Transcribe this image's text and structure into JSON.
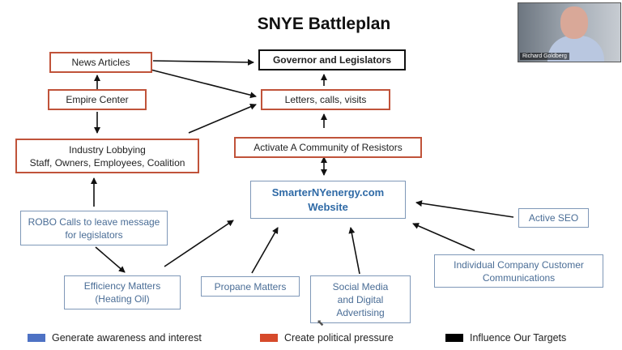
{
  "slide": {
    "title": "SNYE Battleplan",
    "nodes": {
      "news": "News Articles",
      "governor": "Governor and Legislators",
      "empire": "Empire Center",
      "letters": "Letters, calls, visits",
      "lobbying_line1": "Industry Lobbying",
      "lobbying_line2": "Staff, Owners, Employees, Coalition",
      "community": "Activate A Community of Resistors",
      "website_line1": "SmarterNYenergy.com",
      "website_line2": "Website",
      "robo_line1": "ROBO Calls to leave message",
      "robo_line2": "for legislators",
      "seo": "Active SEO",
      "efficiency_line1": "Efficiency Matters",
      "efficiency_line2": "(Heating Oil)",
      "propane": "Propane Matters",
      "social_line1": "Social Media",
      "social_line2": "and Digital",
      "social_line3": "Advertising",
      "company_line1": "Individual Company Customer",
      "company_line2": "Communications"
    },
    "legend": [
      {
        "label": "Generate awareness and interest",
        "color": "#4e72c4"
      },
      {
        "label": "Create political pressure",
        "color": "#d64a2b"
      },
      {
        "label": "Influence Our Targets",
        "color": "#000000"
      }
    ]
  },
  "video": {
    "participant_name": "Richard Goldberg"
  }
}
